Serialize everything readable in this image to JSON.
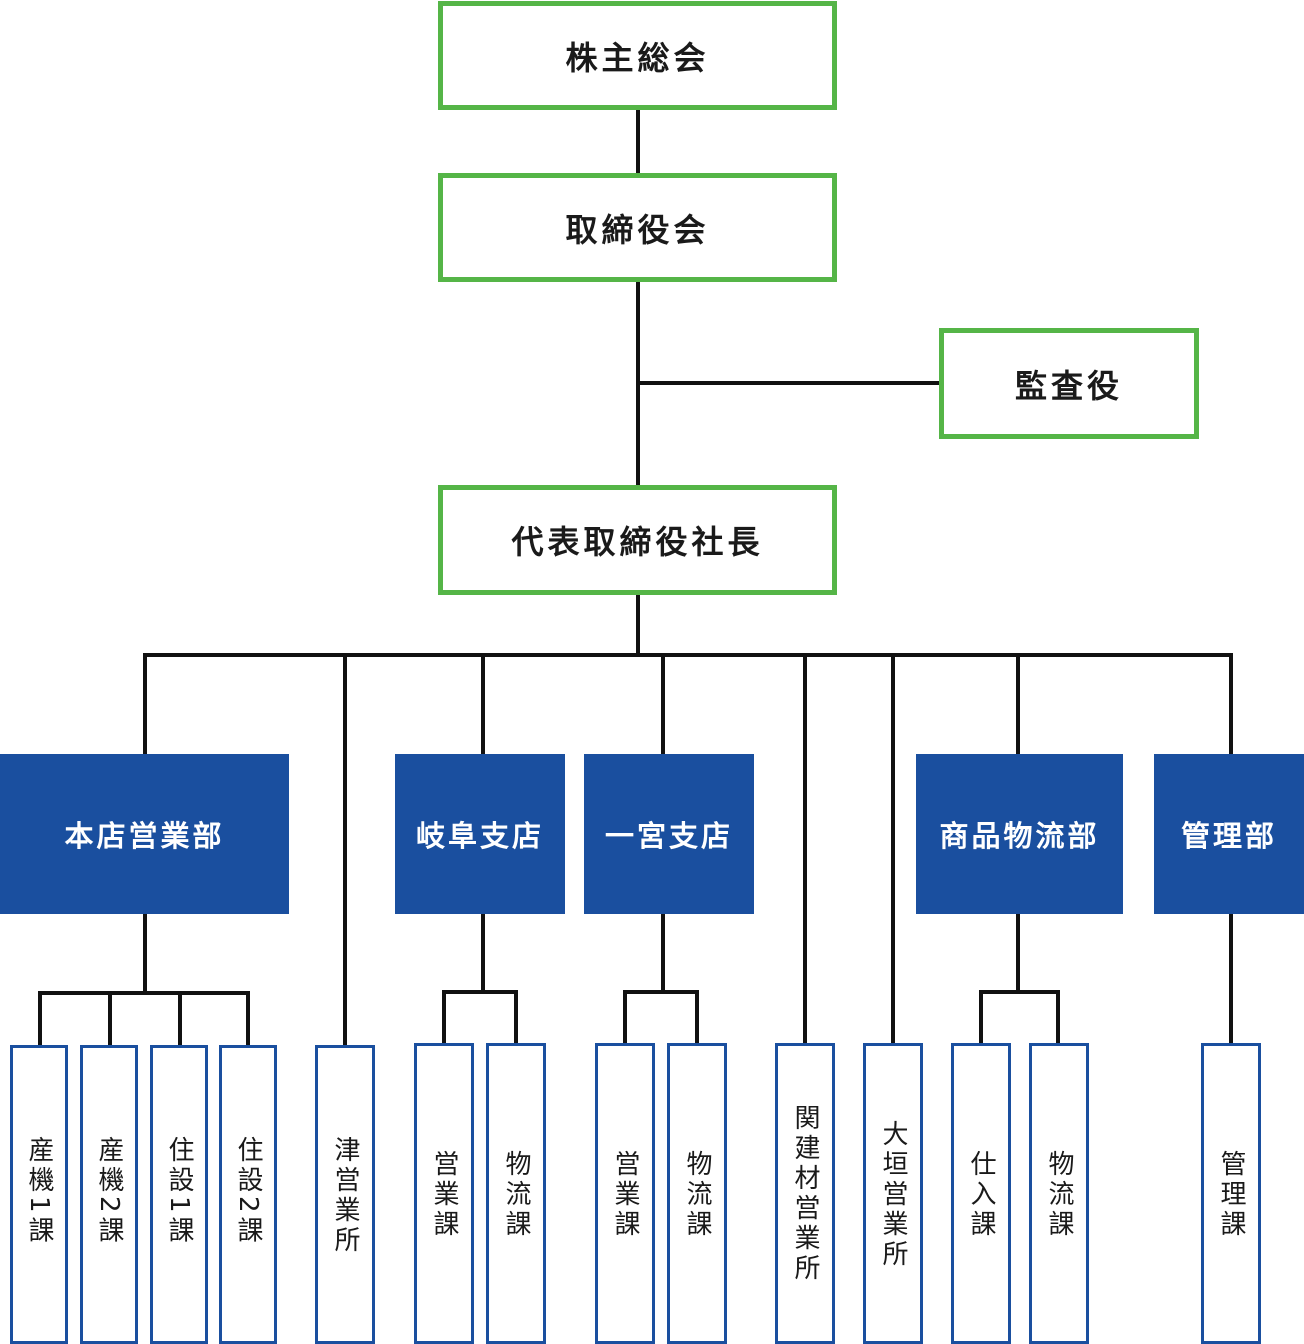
{
  "colors": {
    "green_border": "#55b547",
    "blue": "#1a4f9f",
    "line": "#111111"
  },
  "top": {
    "shareholders": "株主総会",
    "board": "取締役会",
    "auditor": "監査役",
    "president": "代表取締役社長"
  },
  "departments": {
    "honten": "本店営業部",
    "gifu": "岐阜支店",
    "ichinomiya": "一宮支店",
    "shohin": "商品物流部",
    "kanri": "管理部"
  },
  "sections": {
    "sanki1": "産機1課",
    "sanki2": "産機2課",
    "juusetsu1": "住設1課",
    "juusetsu2": "住設2課",
    "tsu": "津営業所",
    "gifu_eigyo": "営業課",
    "gifu_butsuryu": "物流課",
    "ichi_eigyo": "営業課",
    "ichi_butsuryu": "物流課",
    "kanken": "関建材営業所",
    "ogaki": "大垣営業所",
    "shiire": "仕入課",
    "shohin_butsuryu": "物流課",
    "kanri_ka": "管理課"
  }
}
